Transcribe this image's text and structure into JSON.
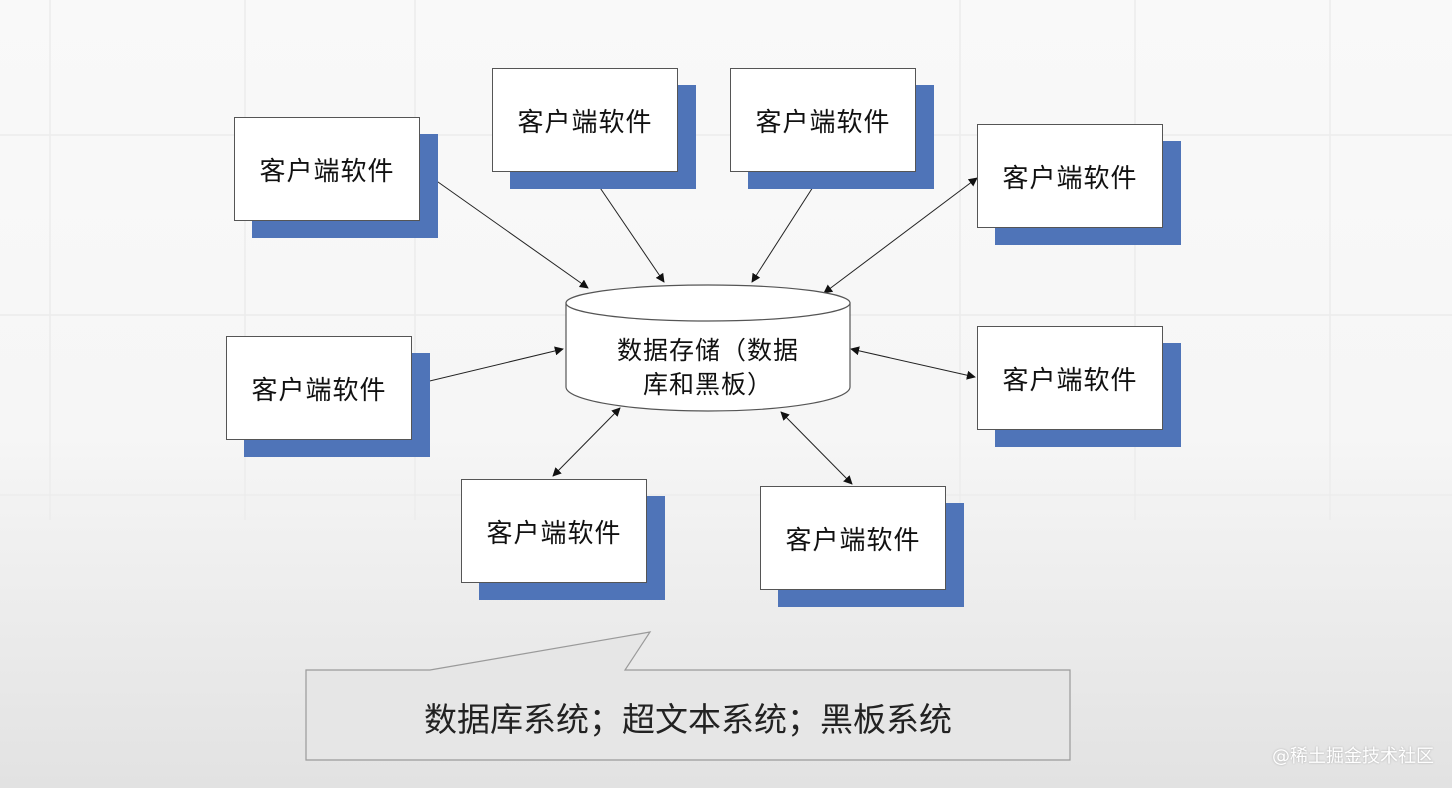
{
  "clients": [
    {
      "id": "c1",
      "label": "客户端软件"
    },
    {
      "id": "c2",
      "label": "客户端软件"
    },
    {
      "id": "c3",
      "label": "客户端软件"
    },
    {
      "id": "c4",
      "label": "客户端软件"
    },
    {
      "id": "c5",
      "label": "客户端软件"
    },
    {
      "id": "c6",
      "label": "客户端软件"
    },
    {
      "id": "c7",
      "label": "客户端软件"
    },
    {
      "id": "c8",
      "label": "客户端软件"
    }
  ],
  "central_store": {
    "label": "数据存储（数据库和黑板）"
  },
  "callout": {
    "text": "数据库系统；超文本系统；黑板系统"
  },
  "watermark": "@稀土掘金技术社区",
  "colors": {
    "shadow": "#4f74b8",
    "box_border": "#555555",
    "callout_fill": "#e6e6e6"
  }
}
